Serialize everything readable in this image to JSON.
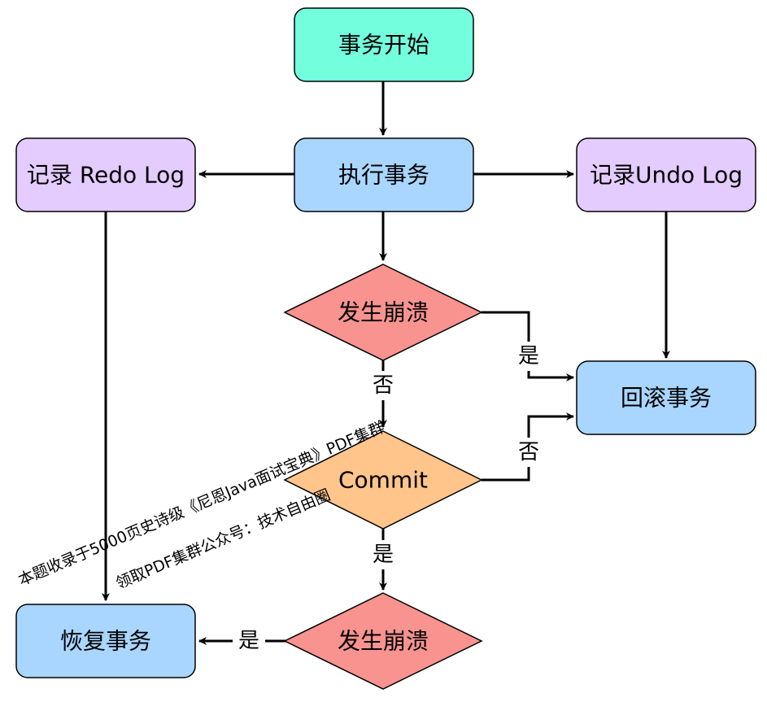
{
  "nodes": {
    "start": "事务开始",
    "execute": "执行事务",
    "redo_log": "记录 Redo Log",
    "undo_log": "记录Undo Log",
    "crash_1": "发生崩溃",
    "rollback": "回滚事务",
    "commit": "Commit",
    "crash_2": "发生崩溃",
    "recover": "恢复事务"
  },
  "edges": {
    "crash1_yes": "是",
    "crash1_no": "否",
    "commit_no": "否",
    "commit_yes": "是",
    "crash2_yes": "是"
  },
  "watermark": {
    "line1": "本题收录于5000页史诗级《尼恩Java面试宝典》PDF集群",
    "line2": "领取PDF集群公众号：技术自由圈"
  },
  "colors": {
    "start": "#73ffdd",
    "process": "#a9d6ff",
    "log": "#e5ccff",
    "crash": "#f8938f",
    "commit": "#ffc58b"
  }
}
